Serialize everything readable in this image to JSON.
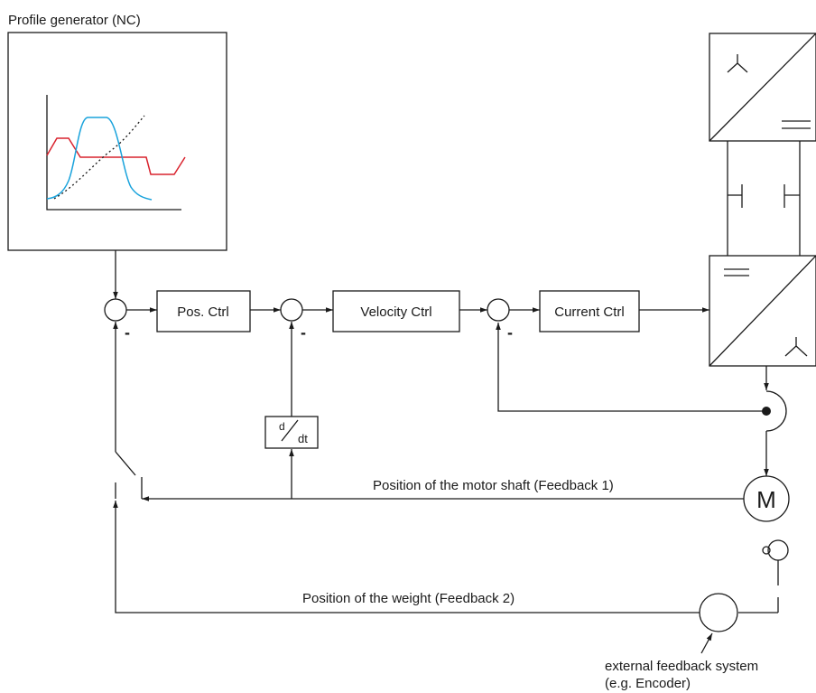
{
  "title": "Profile generator (NC)",
  "blocks": {
    "pos_ctrl": "Pos. Ctrl",
    "velocity_ctrl": "Velocity Ctrl",
    "current_ctrl": "Current Ctrl",
    "deriv_num": "d",
    "deriv_den": "dt",
    "motor": "M"
  },
  "signs": {
    "minus": "-"
  },
  "feedback": {
    "motor_shaft": "Position of the motor shaft (Feedback 1)",
    "weight": "Position of the weight (Feedback 2)"
  },
  "external": {
    "line1": "external feedback system",
    "line2": "(e.g. Encoder)"
  },
  "colors": {
    "red_curve": "#d9232e",
    "blue_curve": "#1aa3dc",
    "line": "#1a1a1a"
  }
}
